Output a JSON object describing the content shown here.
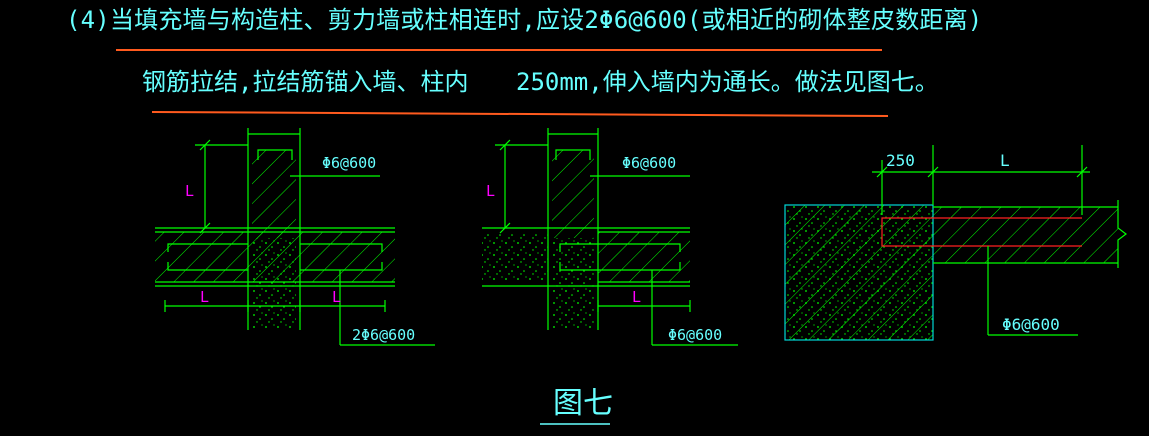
{
  "note": {
    "line1": "(4)当填充墙与构造柱、剪力墙或柱相连时,应设2Φ6@600(或相近的砌体整皮数距离)",
    "line2a": "钢筋拉结,拉结筋锚入墙、柱内",
    "line2b": "250mm,伸入墙内为通长。做法见图七。"
  },
  "detail1": {
    "rebar_label": "Φ6@600",
    "bottom_label": "2Φ6@600",
    "dim_l": "L"
  },
  "detail2": {
    "rebar_label": "Φ6@600",
    "bottom_label": "Φ6@600",
    "dim_l": "L"
  },
  "detail3": {
    "dim_250": "250",
    "dim_l": "L",
    "rebar_label": "Φ6@600"
  },
  "caption": "图七",
  "colors": {
    "text": "#66ffff",
    "line": "#00ff00",
    "underline": "#ff5a1e",
    "accent": "#ff00ff",
    "rebar": "#ff2020",
    "box": "#00d6d6"
  }
}
